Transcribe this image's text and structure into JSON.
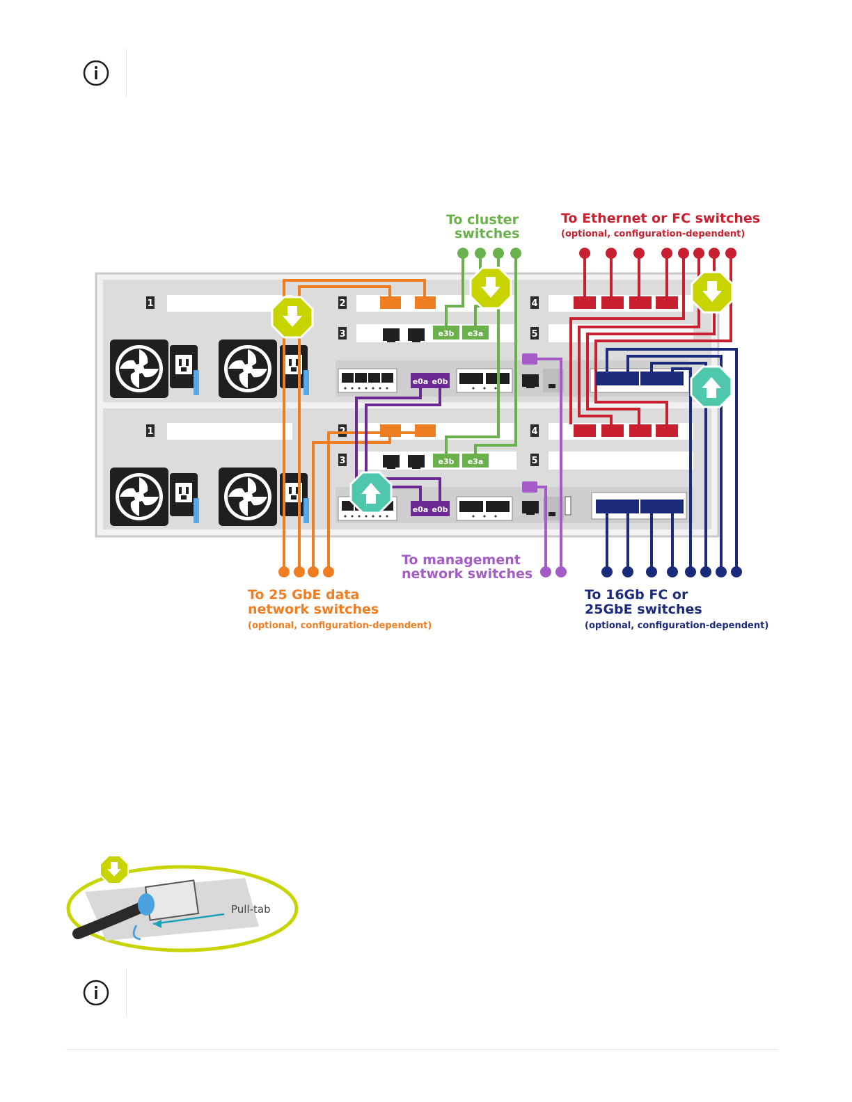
{
  "diagram": {
    "labels": {
      "cluster": [
        "To cluster",
        "switches"
      ],
      "ethernet_title": "To Ethernet or FC switches",
      "ethernet_sub": "(optional, configuration-dependent)",
      "data_title": [
        "To 25 GbE data",
        "network switches"
      ],
      "data_sub": "(optional, configuration-dependent)",
      "mgmt": [
        "To management",
        "network switches"
      ],
      "fc_title": [
        "To 16Gb FC or",
        "25GbE switches"
      ],
      "fc_sub": "(optional, configuration-dependent)"
    },
    "slots": [
      "1",
      "2",
      "3",
      "4",
      "5"
    ],
    "ports": {
      "e3b": "e3b",
      "e3a": "e3a",
      "e0a": "e0a",
      "e0b": "e0b"
    },
    "colors": {
      "cluster": "#6ab04c",
      "ethernet_fc": "#c8202f",
      "data": "#ef7d22",
      "mgmt": "#a55bc7",
      "fc": "#1c2a7c",
      "hazard_yellow": "#c8d400",
      "hazard_teal": "#4fc7ad"
    }
  },
  "pulltab": {
    "label": "Pull-tab"
  }
}
